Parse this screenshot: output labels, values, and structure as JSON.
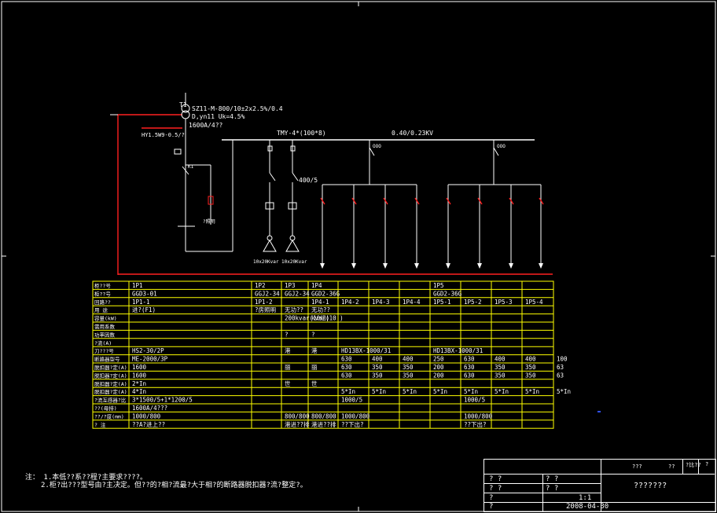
{
  "transformer": {
    "tag": "T1",
    "model": "SZ11-M-800/10±2x2.5%/0.4",
    "conn": "D,yn11  Uk=4.5%",
    "breaker": "1600A/4??",
    "arrester": "HY1.5W9-0.5/?",
    "k1": "K1",
    "lighting": "?照明"
  },
  "busbar": {
    "bus_label": "TMY-4*(100*8)",
    "voltage": "0.40/0.23KV",
    "ct": "400/5",
    "cap_left": "10x20Kvar",
    "cap_right": "10x20Kvar"
  },
  "table": {
    "rows": [
      [
        "柜??号",
        "1P1",
        "1P2",
        "1P3",
        "1P4",
        "",
        "",
        "",
        "1P5",
        "",
        "",
        ""
      ],
      [
        "柜??号",
        "GGD3-01",
        "GGJ2-34",
        "GGJ2-34",
        "GGD2-36G",
        "",
        "",
        "",
        "GGD2-36G",
        "",
        "",
        ""
      ],
      [
        "回路??",
        "1P1-1",
        "1P1-2",
        "",
        "1P4-1",
        "1P4-2",
        "1P4-3",
        "1P4-4",
        "1P5-1",
        "1P5-2",
        "1P5-3",
        "1P5-4"
      ],
      [
        "用    途",
        "进?(F1)",
        "?房照明",
        "无功??",
        "无功??",
        "",
        "",
        "",
        "",
        "",
        "",
        ""
      ],
      [
        "容量(kW)",
        "",
        "",
        "200kvar(10组)",
        "kvar(10 )",
        "",
        "",
        "",
        "",
        "",
        "",
        ""
      ],
      [
        "需用系数",
        "",
        "",
        "",
        "",
        "",
        "",
        "",
        "",
        "",
        "",
        ""
      ],
      [
        "功率因数",
        "",
        "",
        "?",
        "?",
        "",
        "",
        "",
        "",
        "",
        "",
        ""
      ],
      [
        "?流(A)",
        "",
        "",
        "",
        "",
        "",
        "",
        "",
        "",
        "",
        "",
        ""
      ],
      [
        "刀???号",
        "HS2-30/2P",
        "",
        "港",
        "港",
        "HD13BX-1000/31",
        "",
        "",
        "HD13BX-1000/31",
        "",
        "",
        ""
      ],
      [
        "断路器型号",
        "ME-2000/3P",
        "",
        "",
        "",
        "630",
        "400",
        "400",
        "250",
        "630",
        "400",
        "400",
        "100"
      ],
      [
        "脱扣器?定(A)",
        "1600",
        "",
        "丽",
        "丽",
        "630",
        "350",
        "350",
        "200",
        "630",
        "350",
        "350",
        "63"
      ],
      [
        "脱扣器?定(A)",
        "1600",
        "",
        "",
        "",
        "630",
        "350",
        "350",
        "200",
        "630",
        "350",
        "350",
        "63"
      ],
      [
        "脱扣器?定(A)",
        "2*In",
        "",
        "世",
        "世",
        "",
        "",
        "",
        "",
        "",
        "",
        ""
      ],
      [
        "脱扣器?定(A)",
        "4*In",
        "",
        "",
        "",
        "5*In",
        "5*In",
        "5*In",
        "5*In",
        "5*In",
        "5*In",
        "5*In",
        "5*In"
      ],
      [
        "?流互感器?比",
        "3*1500/5+1*1200/5",
        "",
        "",
        "",
        "1000/5",
        "",
        "",
        "",
        "1000/5",
        "",
        "",
        ""
      ],
      [
        "??(母排)",
        "1600A/4???",
        "",
        "",
        "",
        "",
        "",
        "",
        "",
        "",
        "",
        ""
      ],
      [
        "??/?度(mm)",
        "1000/800",
        "",
        "800/800",
        "800/800",
        "1000/800",
        "",
        "",
        "",
        "1000/800",
        "",
        "",
        ""
      ],
      [
        "?    注",
        "??A?进上??",
        "",
        "港进??排",
        "港进??排",
        "??下出?",
        "",
        "",
        "",
        "??下出?",
        "",
        "",
        ""
      ]
    ]
  },
  "notes": {
    "line1": "注：  1.本低??系??程?主要求????。",
    "line2": "2.柜?出???型号由?主决定。但??的?相?流最?大于相?的断路器脱扣器?流?整定?。"
  },
  "title_block": {
    "h1": "???",
    "h2": "??",
    "h3": "?比??",
    "h4": "?",
    "title": "???????",
    "scale": "1:1",
    "date": "2008-04-30",
    "r1": "? ?",
    "r2": "? ?",
    "r3": "? ?",
    "r4": "? ?",
    "r5": "?",
    "r6": "?"
  },
  "colors": {
    "background": "#000000",
    "line": "#ffffff",
    "table": "#ffff00",
    "red": "#ff2020",
    "accent": "#00ffff"
  }
}
